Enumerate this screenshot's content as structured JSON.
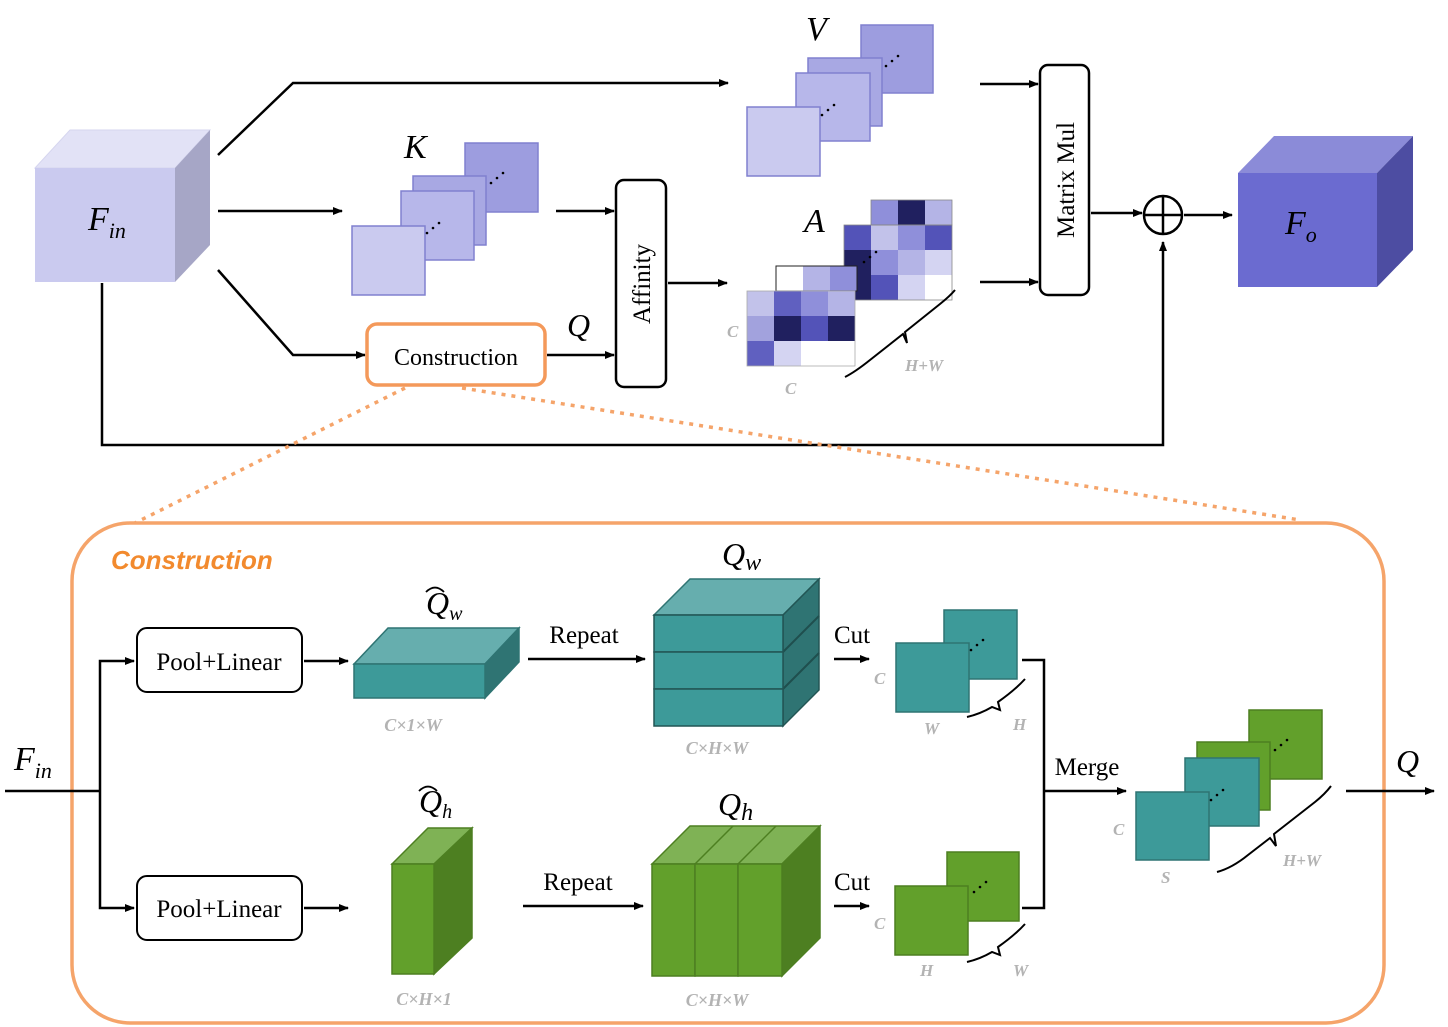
{
  "top": {
    "f_in": {
      "main": "F",
      "sub": "in"
    },
    "f_o": {
      "main": "F",
      "sub": "o"
    },
    "k": "K",
    "v": "V",
    "q": "Q",
    "a": "A",
    "affinity": "Affinity",
    "matrix_mul": "Matrix Mul",
    "construction": "Construction",
    "a_row_label": "C",
    "a_col_label": "C",
    "a_depth_label": "H+W"
  },
  "bottom": {
    "title": "Construction",
    "f_in": {
      "main": "F",
      "sub": "in"
    },
    "pool_linear_top": "Pool+Linear",
    "pool_linear_bottom": "Pool+Linear",
    "qw_hat": {
      "main": "Q",
      "sub": "w"
    },
    "qh_hat": {
      "main": "Q",
      "sub": "h"
    },
    "qw": {
      "main": "Q",
      "sub": "w"
    },
    "qh": {
      "main": "Q",
      "sub": "h"
    },
    "repeat_top": "Repeat",
    "repeat_bottom": "Repeat",
    "cut_top": "Cut",
    "cut_bottom": "Cut",
    "merge": "Merge",
    "q_out": "Q",
    "dim_qw_hat": "C×1×W",
    "dim_qw": "C×H×W",
    "dim_qh_hat": "C×H×1",
    "dim_qh": "C×H×W",
    "cut_top_c": "C",
    "cut_top_w": "W",
    "cut_top_h": "H",
    "cut_bottom_c": "C",
    "cut_bottom_h": "H",
    "cut_bottom_w": "W",
    "merge_c": "C",
    "merge_s": "S",
    "merge_hw": "H+W"
  },
  "colors": {
    "lavender": "#c9c9ef",
    "purple": "#6b6bd0",
    "teal": "#3d9a99",
    "green": "#5f9f2a",
    "orange": "#f5a46a"
  }
}
